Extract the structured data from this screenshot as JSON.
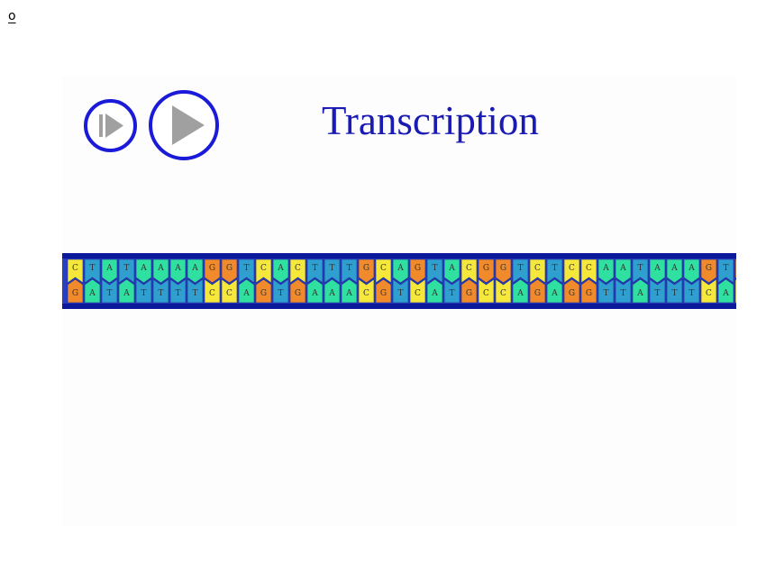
{
  "corner_text": "o",
  "title": "Transcription",
  "controls": {
    "step_icon": "step-forward-icon",
    "play_icon": "play-icon"
  },
  "colors": {
    "accent_blue": "#1a1ad8",
    "title_blue": "#1a1ab4",
    "backbone": "#0a1a9a",
    "icon_gray": "#a0a0a0",
    "A": "#2fe0a0",
    "T": "#2f9fd0",
    "G": "#f08a2a",
    "C": "#f6e83a"
  },
  "dna": {
    "top_strand": [
      "C",
      "T",
      "A",
      "T",
      "A",
      "A",
      "A",
      "A",
      "G",
      "G",
      "T",
      "C",
      "A",
      "C",
      "T",
      "T",
      "T",
      "G",
      "C",
      "A",
      "G",
      "T",
      "A",
      "C",
      "G",
      "G",
      "T",
      "C",
      "T",
      "C",
      "C",
      "A",
      "A",
      "T",
      "A",
      "A",
      "A",
      "G",
      "T",
      "G"
    ],
    "bottom_strand": [
      "G",
      "A",
      "T",
      "A",
      "T",
      "T",
      "T",
      "T",
      "C",
      "C",
      "A",
      "G",
      "T",
      "G",
      "A",
      "A",
      "A",
      "C",
      "G",
      "T",
      "C",
      "A",
      "T",
      "G",
      "C",
      "C",
      "A",
      "G",
      "A",
      "G",
      "G",
      "T",
      "T",
      "A",
      "T",
      "T",
      "T",
      "C",
      "A",
      "C"
    ]
  }
}
